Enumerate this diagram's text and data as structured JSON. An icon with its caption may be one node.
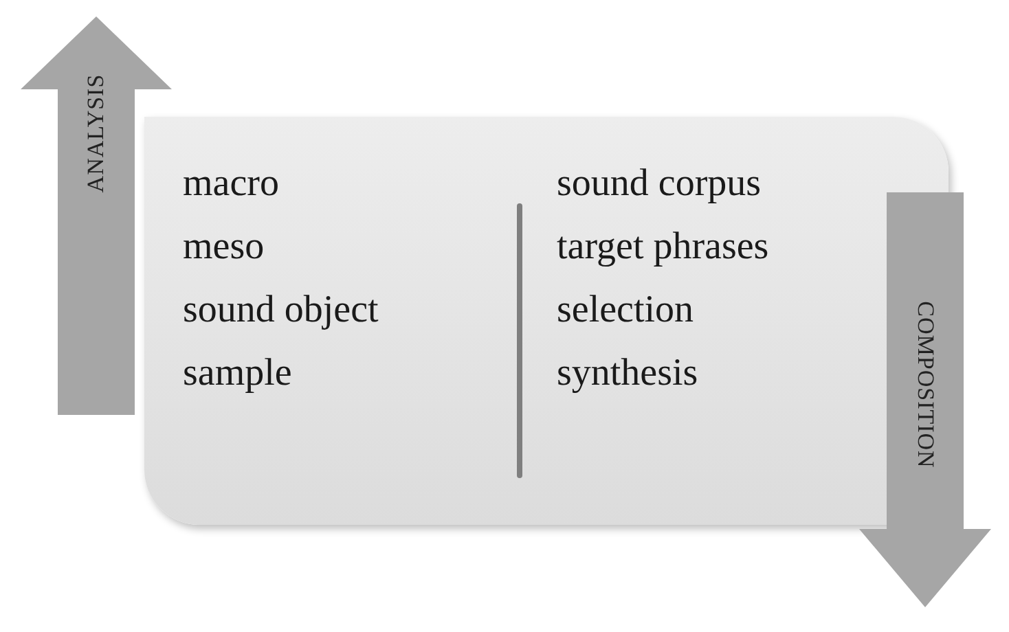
{
  "diagram": {
    "nodes": [
      {
        "text": [
          "ANALYSIS"
        ]
      },
      {
        "text": [
          "macro",
          "meso",
          "sound object",
          "sample",
          "sound corpus",
          "target phrases",
          "selection",
          "synthesis"
        ]
      },
      {
        "text": [
          "COMPOSITION"
        ]
      }
    ]
  }
}
